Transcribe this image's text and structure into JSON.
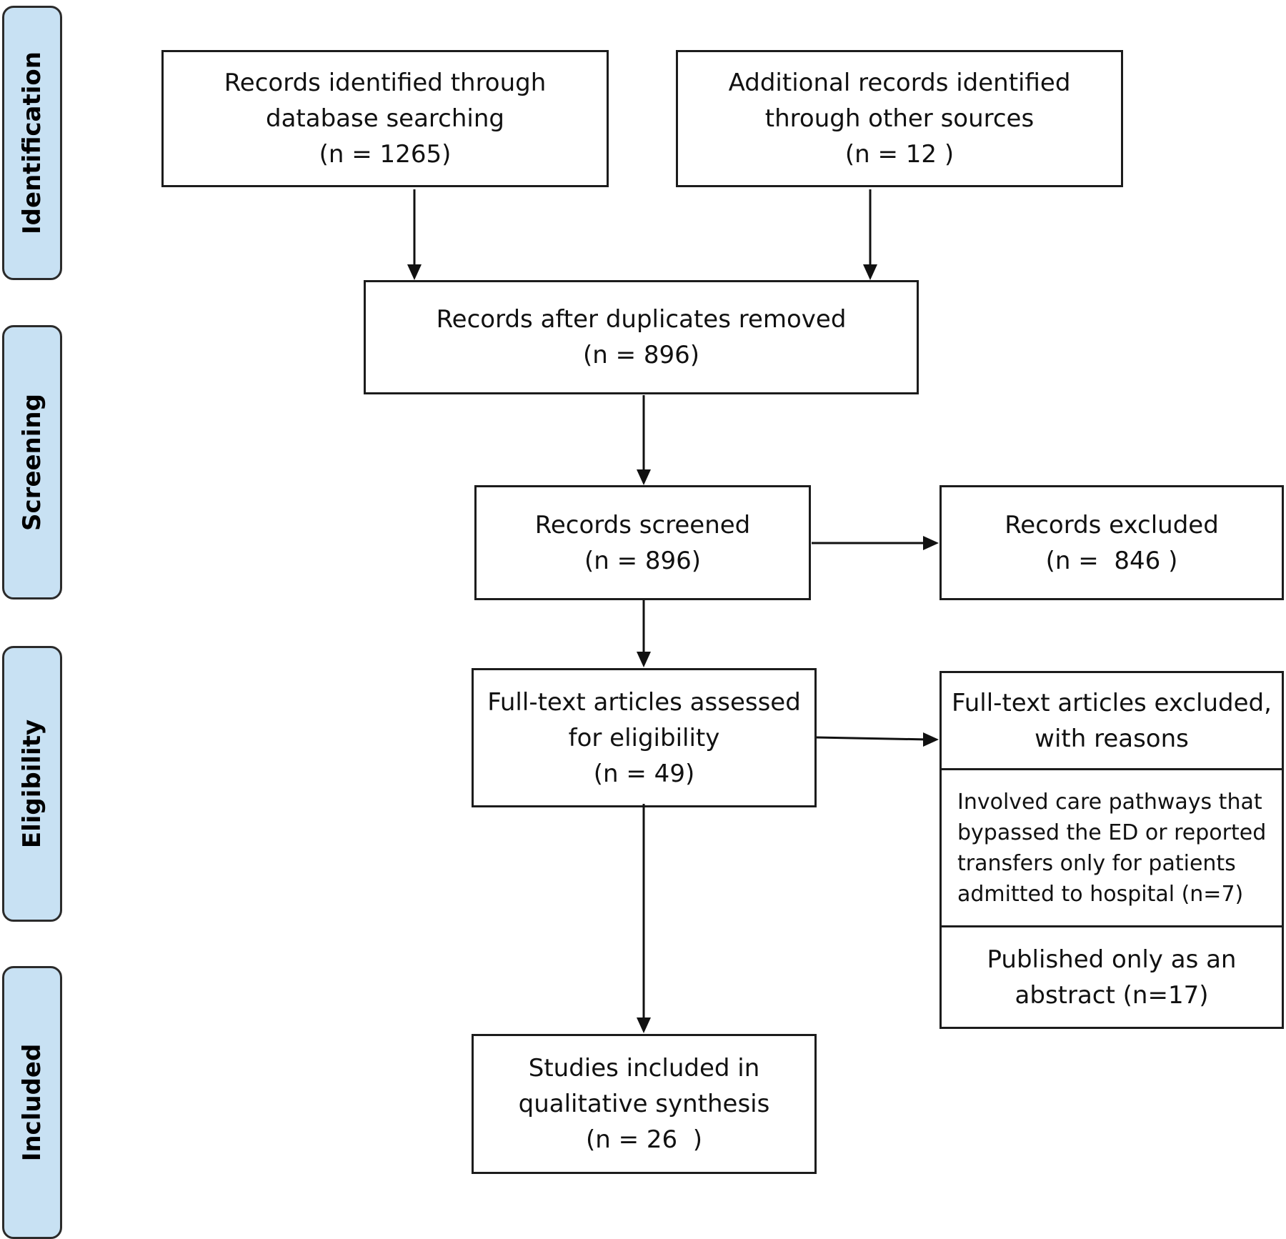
{
  "phases": [
    {
      "label": "Identification"
    },
    {
      "label": "Screening"
    },
    {
      "label": "Eligibility"
    },
    {
      "label": "Included"
    }
  ],
  "boxes": {
    "database": {
      "lines": [
        "Records identified through",
        "database searching",
        "(n = 1265)"
      ]
    },
    "other_sources": {
      "lines": [
        "Additional records identified",
        "through other sources",
        "(n = 12 )"
      ]
    },
    "after_duplicates": {
      "lines": [
        "Records after duplicates removed",
        "(n = 896)"
      ]
    },
    "screened": {
      "lines": [
        "Records screened",
        "(n = 896)"
      ]
    },
    "excluded": {
      "lines": [
        "Records excluded",
        "(n =  846 )"
      ]
    },
    "full_text": {
      "lines": [
        "Full-text articles assessed",
        "for eligibility",
        "(n = 49)"
      ]
    },
    "full_text_excluded": {
      "header": [
        "Full-text articles excluded,",
        "with reasons"
      ],
      "reason_1": [
        "Involved care pathways that",
        "bypassed the ED or reported",
        "transfers only for patients",
        "admitted to hospital (n=7)"
      ],
      "reason_2": [
        "Published only as an",
        "abstract (n=17)"
      ]
    },
    "included": {
      "lines": [
        "Studies included in",
        "qualitative synthesis",
        "(n = 26  )"
      ]
    }
  }
}
